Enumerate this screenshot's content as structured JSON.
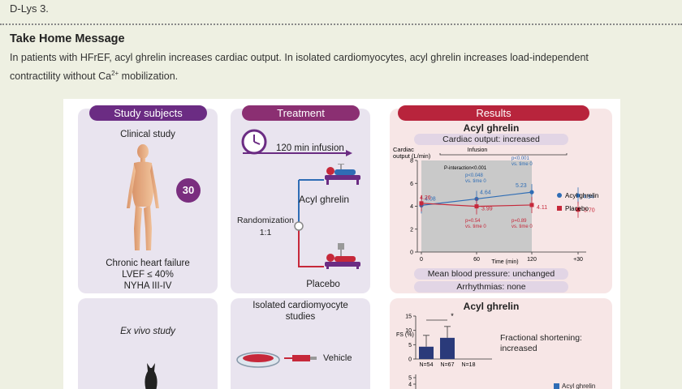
{
  "header": {
    "top_line": "D-Lys 3.",
    "take_home_title": "Take Home Message",
    "take_home_body_1": "In patients with HFrEF, acyl ghrelin increases cardiac output. In isolated cardiomyocytes, acyl ghrelin increases load-independent",
    "take_home_body_2": "contractility without Ca",
    "take_home_sup": "2+",
    "take_home_body_3": " mobilization."
  },
  "colors": {
    "study_purple": "#6b2c83",
    "treatment_purple": "#8b2f72",
    "results_red": "#b8243c",
    "acyl_blue": "#2f6db5",
    "placebo_red": "#c6283a"
  },
  "study_subjects": {
    "header": "Study subjects",
    "clinical_title": "Clinical study",
    "count": "30",
    "criteria": [
      "Chronic heart failure",
      "LVEF ≤ 40%",
      "NYHA III-IV"
    ],
    "ex_vivo_title": "Ex vivo study"
  },
  "treatment": {
    "header": "Treatment",
    "infusion": "120 min infusion",
    "acyl": "Acyl ghrelin",
    "randomization": "Randomization",
    "ratio": "1:1",
    "placebo": "Placebo",
    "isolated": "Isolated cardiomyocyte",
    "isolated_2": "studies",
    "vehicle": "Vehicle",
    "icons": [
      "clock-icon",
      "patient-bed-icon",
      "petri-dish-icon",
      "syringe-icon"
    ]
  },
  "results": {
    "header": "Results",
    "acyl_title": "Acyl ghrelin",
    "co_tag": "Cardiac output: increased",
    "mbp_tag": "Mean blood pressure: unchanged",
    "arr_tag": "Arrhythmias: none",
    "acyl_title_2": "Acyl ghrelin",
    "fs_text_1": "Fractional shortening:",
    "fs_text_2": "increased"
  },
  "chart_data": [
    {
      "type": "line",
      "title": "",
      "ylabel_1": "Cardiac",
      "ylabel_2": "output (L/min)",
      "xlabel": "Time (min)",
      "x": [
        "0",
        "60",
        "120",
        "+30"
      ],
      "ylim": [
        0,
        8
      ],
      "yticks": [
        "0",
        "2",
        "4",
        "6",
        "8"
      ],
      "infusion_label": "Infusion",
      "interaction_label": "P-interaction<0.001",
      "series": [
        {
          "name": "Acyl ghrelin",
          "color": "#2f6db5",
          "values": [
            4.08,
            4.64,
            5.23,
            4.94
          ],
          "labels": [
            "4.08",
            "4.64",
            "5.23",
            "4.94"
          ]
        },
        {
          "name": "Placebo",
          "color": "#c6283a",
          "values": [
            4.26,
            3.99,
            4.11,
            3.7
          ],
          "labels": [
            "4.26",
            "3.99",
            "4.11",
            "3.70"
          ]
        }
      ],
      "annotations_blue": [
        {
          "p": "p<0.048",
          "vs": "vs. time 0"
        },
        {
          "p": "p<0.001",
          "vs": "vs. time 0"
        }
      ],
      "annotations_red": [
        {
          "p": "p=0.54",
          "vs": "vs. time 0"
        },
        {
          "p": "p=0.89",
          "vs": "vs. time 0"
        }
      ]
    },
    {
      "type": "bar",
      "ylabel": "FS (%)",
      "ylim": [
        0,
        15
      ],
      "yticks": [
        "0",
        "5",
        "10",
        "15"
      ],
      "categories": [
        "N=54",
        "N=67",
        "N=18"
      ],
      "values": [
        4.3,
        7.4,
        0
      ],
      "sig": "*"
    },
    {
      "type": "bar",
      "legend": "Acyl ghrelin",
      "yticks": [
        "5",
        "4"
      ]
    }
  ]
}
